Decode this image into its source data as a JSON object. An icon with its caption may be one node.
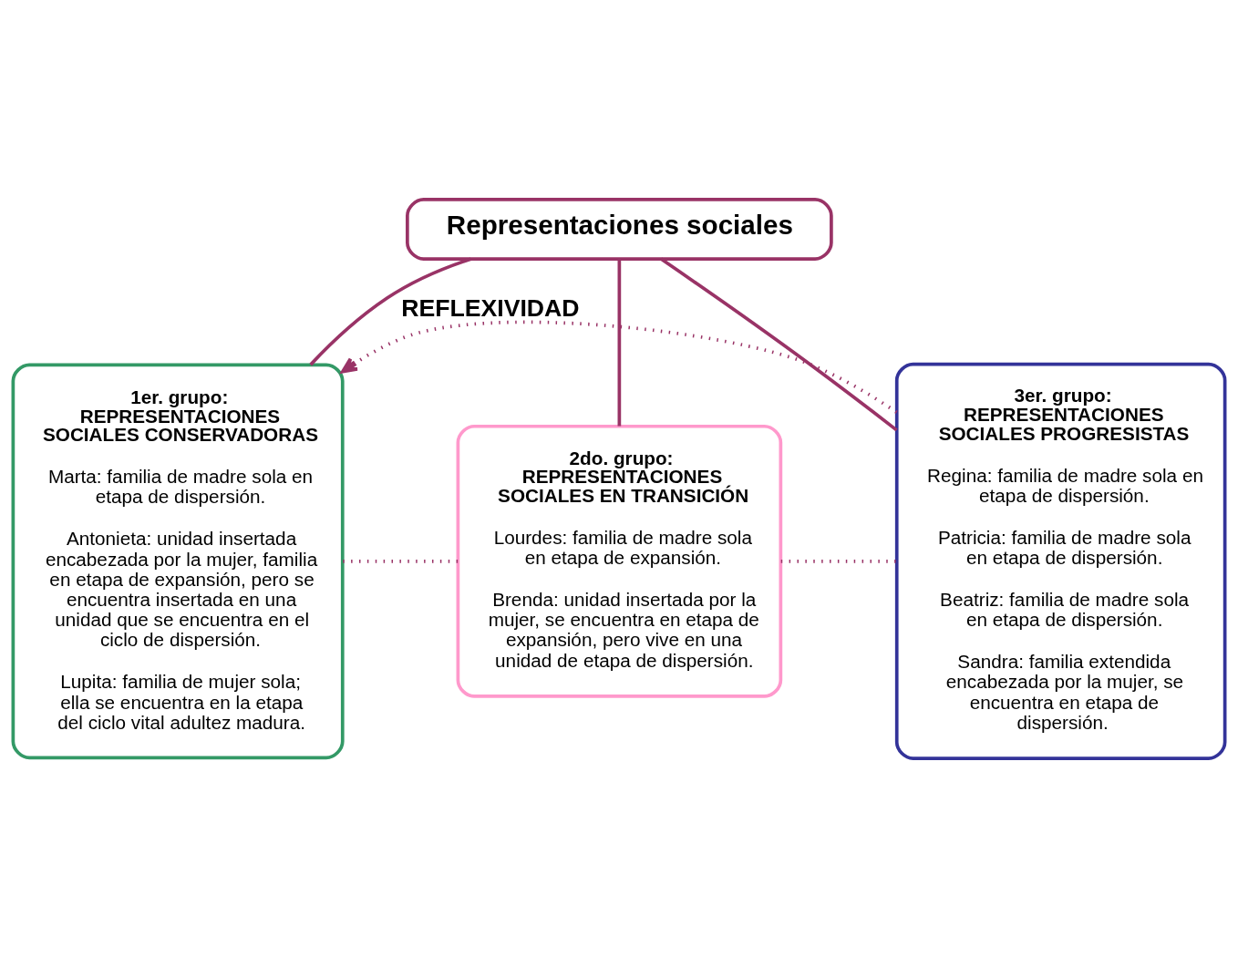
{
  "diagram": {
    "nodes": [
      {
        "text": [
          "Representaciones sociales"
        ]
      },
      {
        "text": [
          "1er. grupo: REPRESENTACIONES SOCIALES CONSERVADORAS",
          "Marta: familia de madre sola en etapa de dispersión.",
          "Antonieta: unidad insertada encabezada por la mujer, familia en etapa de expansión, pero se encuentra insertada en una unidad que se encuentra en el ciclo de dispersión.",
          "Lupita: familia de mujer sola; ella se encuentra en la etapa del ciclo vital adultez madura."
        ]
      },
      {
        "text": [
          "2do. grupo: REPRESENTACIONES SOCIALES EN TRANSICIÓN",
          "Lourdes: familia de madre sola en etapa de expansión.",
          "Brenda: unidad insertada por la mujer, se encuentra en etapa de expansión, pero vive en una unidad de etapa de dispersión."
        ]
      },
      {
        "text": [
          "3er. grupo: REPRESENTACIONES SOCIALES PROGRESISTAS",
          "Regina: familia de madre sola en etapa de dispersión.",
          "Patricia: familia de madre sola en etapa de dispersión.",
          "Beatriz: familia de madre sola en etapa de dispersión.",
          "Sandra: familia extendida encabezada por la mujer, se encuentra en etapa de dispersión."
        ]
      }
    ],
    "edges": [
      {
        "from": 0,
        "to": 1,
        "arrow": "none"
      },
      {
        "from": 0,
        "to": 2,
        "arrow": "none"
      },
      {
        "from": 0,
        "to": 3,
        "arrow": "none"
      },
      {
        "from": 1,
        "to": 2,
        "arrow": "none",
        "style": "dashed"
      },
      {
        "from": 2,
        "to": 3,
        "arrow": "none",
        "style": "dashed"
      },
      {
        "from": 3,
        "to": 1,
        "arrow": "to",
        "style": "dashed",
        "label": "REFLEXIVIDAD"
      }
    ]
  }
}
